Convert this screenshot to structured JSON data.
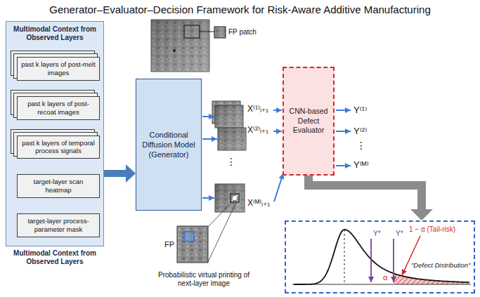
{
  "diagram": {
    "title": "Generator–Evaluator–Decision Framework for Risk-Aware Additive Manufacturing",
    "nodes": [
      {
        "text": [
          "Multimodal Context from Observed Layers",
          "Multimodal Context from Observed Layers"
        ]
      },
      {
        "text": [
          "past k layers of post-melt images"
        ],
        "in": 0
      },
      {
        "text": [
          "past k layers of post-recoat images"
        ],
        "in": 0
      },
      {
        "text": [
          "past k layers of temporal process signals"
        ],
        "in": 0
      },
      {
        "text": [
          "target-layer scan heatmap"
        ],
        "in": 0
      },
      {
        "text": [
          "target-layer process-parameter mask"
        ],
        "in": 0
      },
      {
        "text": [
          "Conditional Diffusion Model (Generator)"
        ]
      },
      {
        "text": [
          "CNN-based Defect Evaluator"
        ]
      },
      {
        "text": [
          "\"Defect Distribution\""
        ]
      }
    ],
    "edges": [
      {
        "from": 0,
        "to": 6,
        "arrow": "to"
      },
      {
        "from": 7,
        "to": 8,
        "arrow": "to"
      }
    ],
    "labels": [
      "FP patch",
      "X⁽¹⁾ᵢ₊₁",
      "X⁽²⁾ᵢ₊₁",
      "⋮",
      "X⁽ᴹ⁾ᵢ₊₁",
      "FP",
      "Probabilistic virtual printing of next-layer image",
      "Y⁽¹⁾",
      "Y⁽²⁾",
      "⋮",
      "Y⁽ᴹ⁾",
      "Y*",
      "Y*",
      "1 − α (Tail-risk)",
      "α"
    ]
  }
}
